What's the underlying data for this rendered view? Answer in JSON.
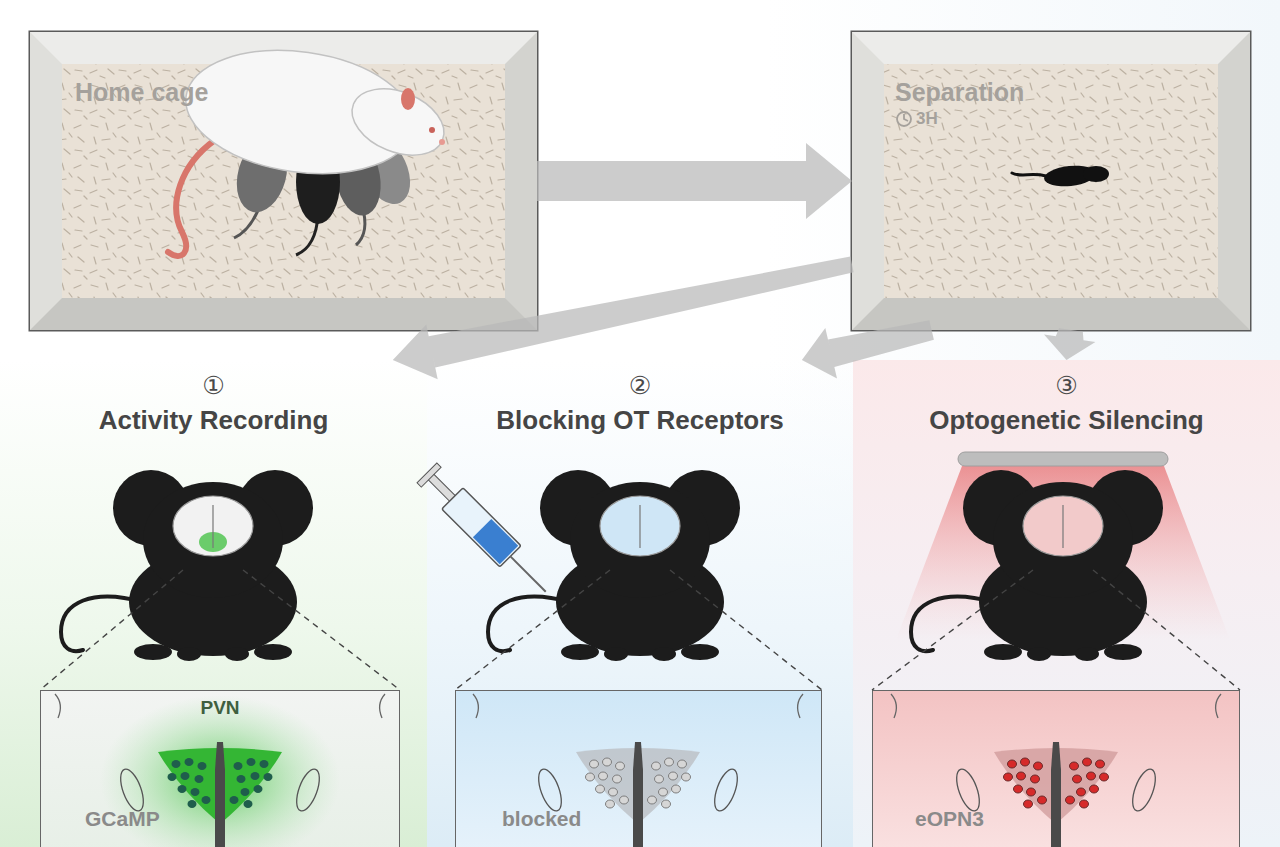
{
  "diagram": {
    "nodes": [
      {
        "text": [
          "Home cage"
        ]
      },
      {
        "text": [
          "Separation",
          "3H"
        ]
      },
      {
        "text": [
          "①",
          "Activity Recording"
        ]
      },
      {
        "text": [
          "PVN",
          "GCaMP"
        ],
        "in": 2
      },
      {
        "text": [
          "②",
          "Blocking OT Receptors"
        ]
      },
      {
        "text": [
          "blocked"
        ],
        "in": 4
      },
      {
        "text": [
          "③",
          "Optogenetic Silencing"
        ]
      },
      {
        "text": [
          "eOPN3"
        ],
        "in": 6
      }
    ],
    "edges": [
      {
        "from": 0,
        "to": 1,
        "arrow": "to"
      },
      {
        "from": 1,
        "to": 2,
        "arrow": "to"
      },
      {
        "from": 1,
        "to": 4,
        "arrow": "to"
      },
      {
        "from": 1,
        "to": 6,
        "arrow": "to"
      }
    ]
  }
}
